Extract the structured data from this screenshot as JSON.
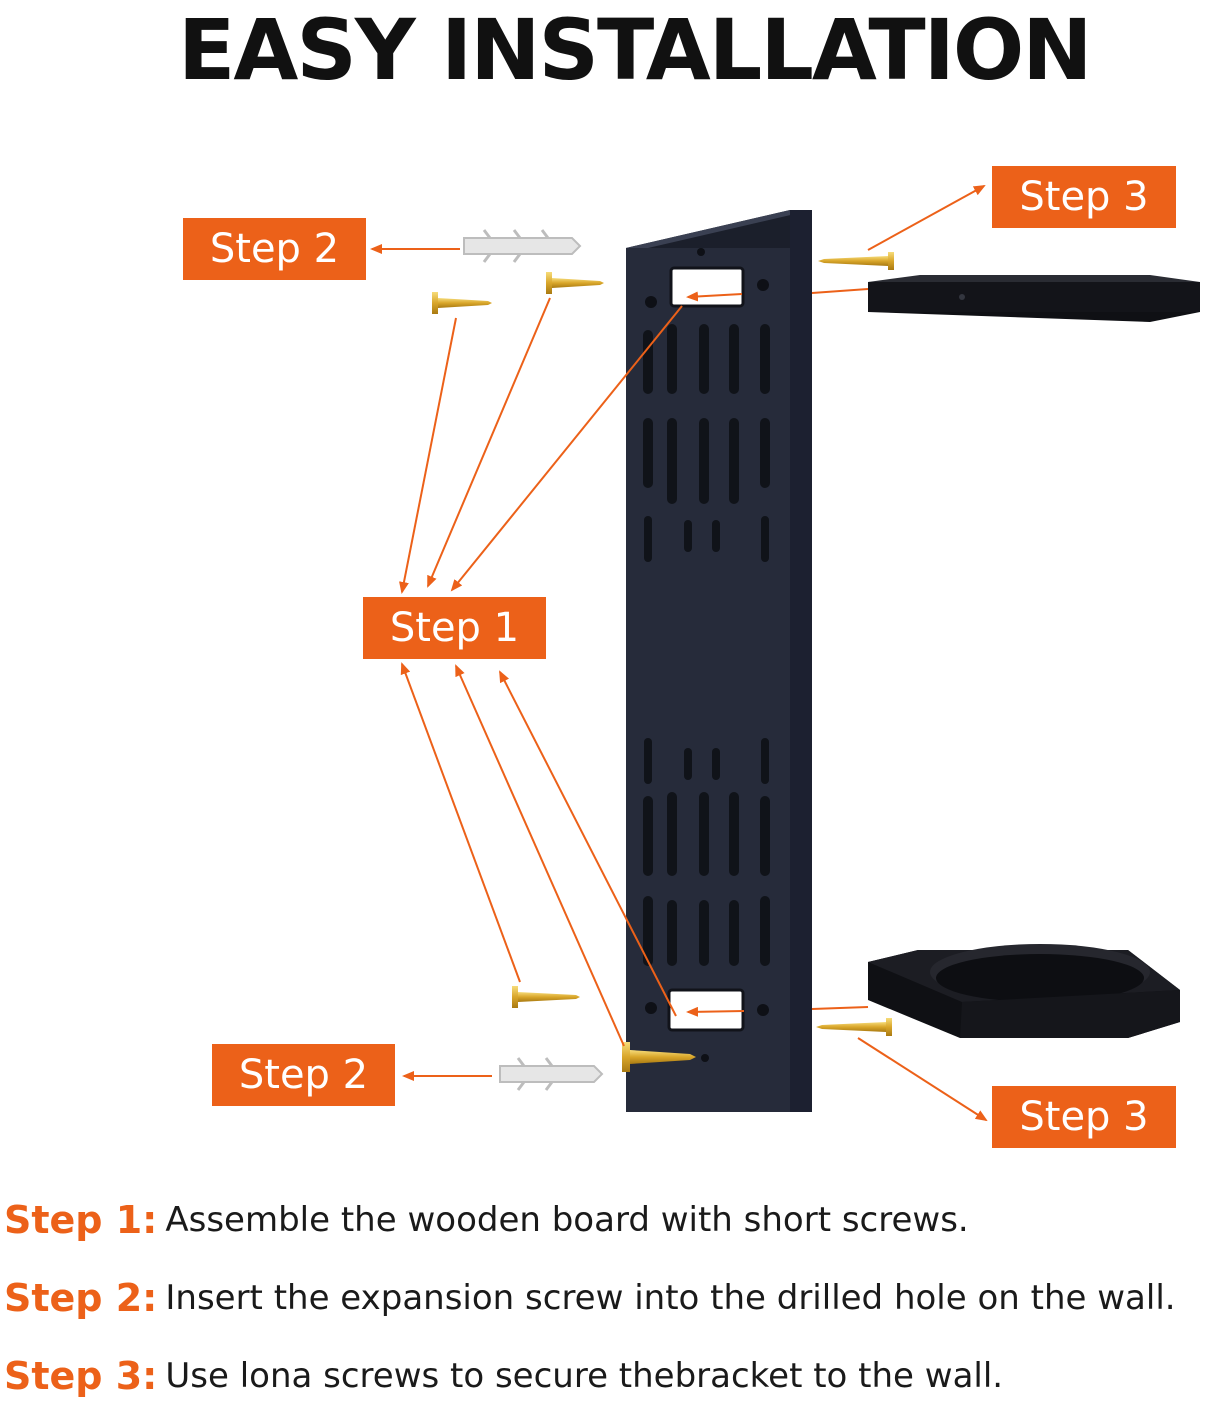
{
  "title": "EASY INSTALLATION",
  "accent_color": "#ec6119",
  "board_color": "#262b3a",
  "labels": {
    "step2_top": "Step 2",
    "step3_top": "Step 3",
    "step1": "Step 1",
    "step2_bottom": "Step 2",
    "step3_bottom": "Step 3"
  },
  "instructions": [
    {
      "key": "Step 1:",
      "text": "Assemble the wooden board with short screws."
    },
    {
      "key": "Step 2:",
      "text": "Insert the expansion screw into the drilled hole on the wall."
    },
    {
      "key": "Step 3:",
      "text": "Use lona screws to secure thebracket to the wall."
    }
  ]
}
